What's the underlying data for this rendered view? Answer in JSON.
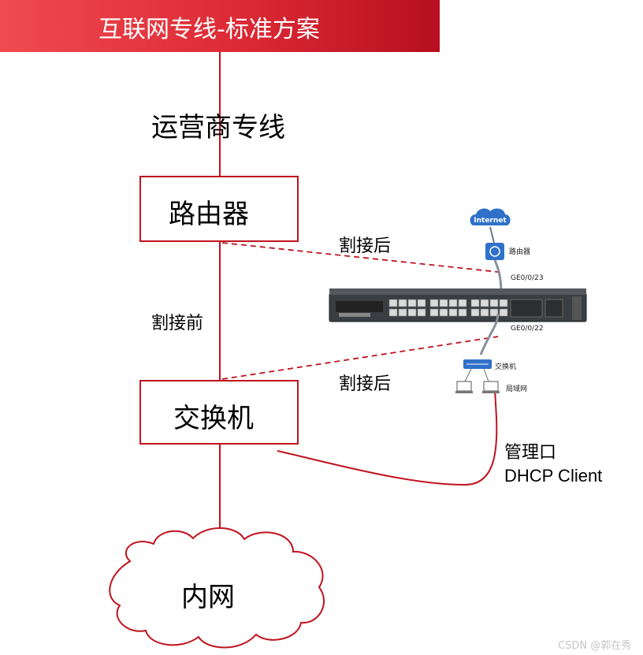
{
  "header": {
    "title": "互联网专线-标准方案"
  },
  "diagram": {
    "carrier_line": "运营商专线",
    "router": "路由器",
    "switch": "交换机",
    "intranet": "内网",
    "before_cutover": "割接前",
    "after_cutover_1": "割接后",
    "after_cutover_2": "割接后",
    "management_port": "管理口",
    "dhcp_client": "DHCP Client"
  },
  "device_inset": {
    "internet": "Internet",
    "router_label": "路由器",
    "port_upper": "GE0/0/23",
    "port_lower": "GE0/0/22",
    "switch_label": "交换机",
    "lan_label": "局域网"
  },
  "watermark": "CSDN @郭在秀",
  "colors": {
    "banner": "#e33a40",
    "link_line": "#c0131e"
  }
}
